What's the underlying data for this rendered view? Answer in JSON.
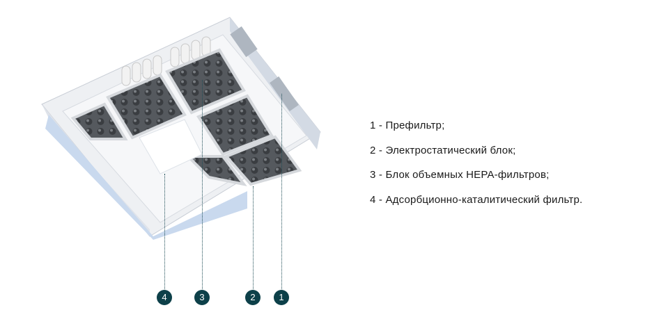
{
  "legend": [
    "1 - Префильтр;",
    "2 - Электростатический блок;",
    "3 - Блок объемных HEPA-фильтров;",
    "4 - Адсорбционно-каталитический фильтр."
  ],
  "markers": [
    "1",
    "2",
    "3",
    "4"
  ],
  "colors": {
    "marker": "#0d4049",
    "text": "#1a1a1a"
  }
}
